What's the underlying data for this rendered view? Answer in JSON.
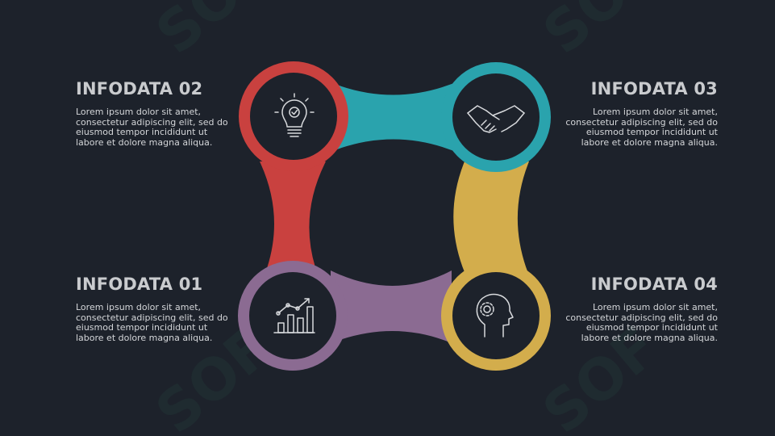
{
  "blocks": {
    "b01": {
      "title": "INFODATA 01",
      "text": "Lorem ipsum dolor sit amet, consectetur adipiscing elit, sed do eiusmod tempor incididunt ut labore et dolore magna aliqua."
    },
    "b02": {
      "title": "INFODATA 02",
      "text": "Lorem ipsum dolor sit amet, consectetur adipiscing elit, sed do eiusmod tempor incididunt ut labore et dolore magna aliqua."
    },
    "b03": {
      "title": "INFODATA 03",
      "text": "Lorem ipsum dolor sit amet, consectetur adipiscing elit, sed do eiusmod tempor incididunt ut labore et dolore magna aliqua."
    },
    "b04": {
      "title": "INFODATA 04",
      "text": "Lorem ipsum dolor sit amet, consectetur adipiscing elit, sed do eiusmod tempor incididunt ut labore et dolore magna aliqua."
    }
  },
  "colors": {
    "background": "#1d222b",
    "red": "#c9413f",
    "teal": "#2aa3ad",
    "gold": "#d3ad4c",
    "purple": "#8b6b92",
    "icon": "#d8dadd"
  },
  "icons": {
    "b01": "growth-chart-icon",
    "b02": "lightbulb-icon",
    "b03": "handshake-icon",
    "b04": "head-gear-icon"
  },
  "watermark": "SOF"
}
